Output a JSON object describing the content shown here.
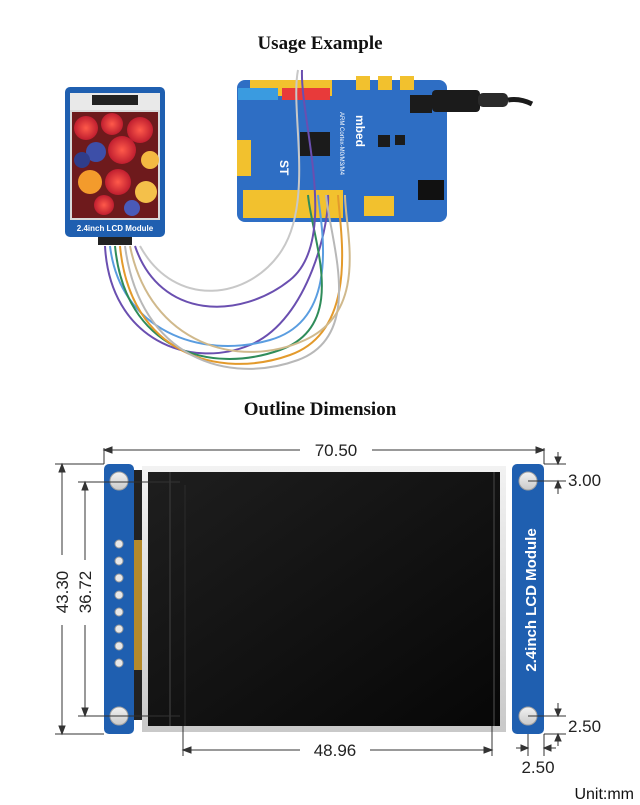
{
  "usage_title": "Usage Example",
  "outline_title": "Outline Dimension",
  "module_label": "2.4inch LCD Module",
  "board_labels": {
    "brand": "mbed",
    "mcu": "ARM Cortex-M0/M3/M4",
    "logo": "ST"
  },
  "dimensions": {
    "width_total": "70.50",
    "height_total": "43.30",
    "height_display": "36.72",
    "width_display": "48.96",
    "hole_top_offset": "3.00",
    "hole_bottom_offset": "2.50",
    "hole_side_offset": "2.50"
  },
  "unit_label": "Unit:mm",
  "colors": {
    "pcb_blue": "#1f5fb0",
    "board_blue": "#2e6ec4",
    "header_yellow": "#f2c12e",
    "screen_black": "#121212"
  }
}
